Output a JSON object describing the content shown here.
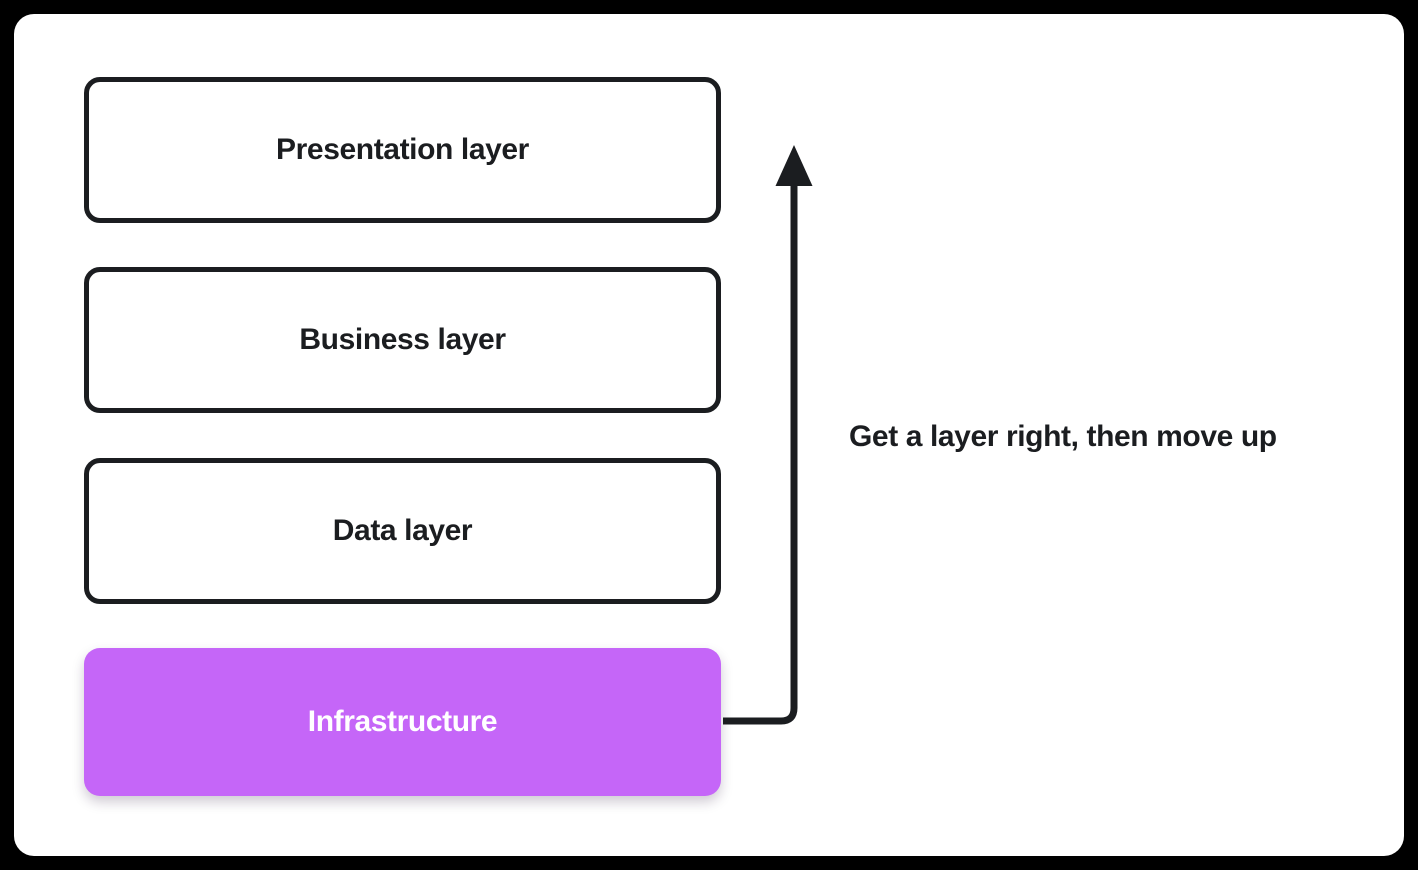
{
  "colors": {
    "background": "#000000",
    "card": "#ffffff",
    "stroke": "#1b1d20",
    "accent": "#c566f8",
    "text": "#1b1d20",
    "accent_text": "#ffffff"
  },
  "layers": [
    {
      "label": "Presentation layer",
      "highlighted": false
    },
    {
      "label": "Business layer",
      "highlighted": false
    },
    {
      "label": "Data layer",
      "highlighted": false
    },
    {
      "label": "Infrastructure",
      "highlighted": true
    }
  ],
  "annotation": {
    "text": "Get a layer right, then move up"
  }
}
